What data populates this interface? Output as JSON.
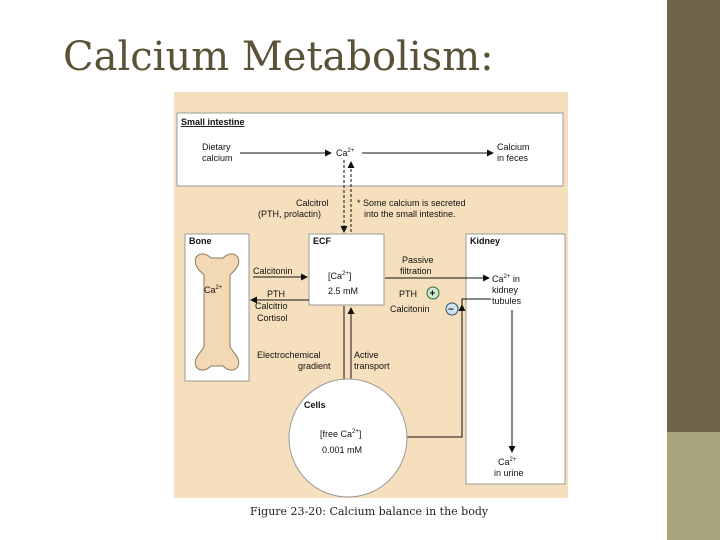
{
  "slide": {
    "title": "Calcium Metabolism:",
    "caption": "Figure 23-20: Calcium balance in the body"
  },
  "colors": {
    "sidebar_dark": "#6e6449",
    "sidebar_light": "#a8a67e",
    "title": "#5a5236",
    "figure_bg": "#f6dfbc"
  },
  "diagram": {
    "small_intestine": {
      "label": "Small intestine",
      "dietary_1": "Dietary",
      "dietary_2": "calcium",
      "ca": "Ca",
      "ca_sup": "2+",
      "feces_1": "Calcium",
      "feces_2": "in feces"
    },
    "calcitrol_1": "Calcitrol",
    "calcitrol_2": "(PTH, prolactin)",
    "note_1": "* Some calcium is secreted",
    "note_2": "into the small intestine.",
    "bone": {
      "label": "Bone",
      "ca": "Ca",
      "ca_sup": "2+"
    },
    "ecf": {
      "label": "ECF",
      "conc_1": "[Ca",
      "conc_sup": "2+",
      "conc_2": "]",
      "value": "2.5 mM"
    },
    "kidney": {
      "label": "Kidney",
      "tubules_1": "Ca",
      "tubules_sup": "2+",
      "tubules_2": " in",
      "tubules_3": "kidney",
      "tubules_4": "tubules",
      "urine_1": "Ca",
      "urine_sup": "2+",
      "urine_2": "in urine"
    },
    "calcitonin_bone": "Calcitonin",
    "pth_bone": "PTH",
    "calcitrio_1": "Calcitrio",
    "calcitrio_2": "Cortisol",
    "passive_1": "Passive",
    "passive_2": "filtration",
    "pth_kidney": "PTH",
    "calcitonin_kidney": "Calcitonin",
    "plus": "+",
    "minus": "−",
    "electro_1": "Electrochemical",
    "electro_2": "gradient",
    "active_1": "Active",
    "active_2": "transport",
    "cells": {
      "label": "Cells",
      "conc_1": "[free Ca",
      "conc_sup": "2+",
      "conc_2": "]",
      "value": "0.001 mM"
    }
  }
}
